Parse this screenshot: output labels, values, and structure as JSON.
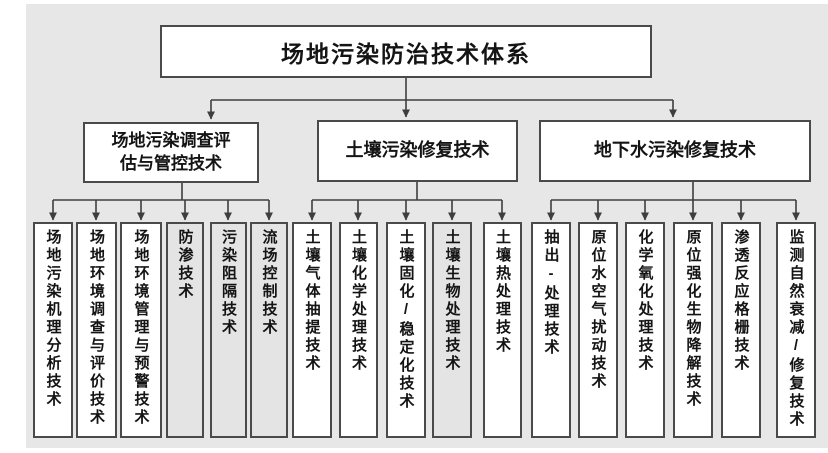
{
  "colors": {
    "canvas_bg": "#e7e7e7",
    "box_bg": "#ffffff",
    "shaded_box_bg": "#e4e4e4",
    "box_border": "#4a4a4a",
    "line": "#3e3e3e",
    "text": "#141414"
  },
  "tree": {
    "root": "场地污染防治技术体系",
    "branches": [
      {
        "label": "场地污染调查评\n估与管控技术",
        "children": [
          "场地污染机理分析技术",
          "场地环境调查与评价技术",
          "场地环境管理与预警技术",
          "防渗技术",
          "污染阻隔技术",
          "流场控制技术"
        ]
      },
      {
        "label": "土壤污染修复技术",
        "children": [
          "土壤气体抽提技术",
          "土壤化学处理技术",
          "土壤固化/稳定化技术",
          "土壤生物处理技术",
          "土壤热处理技术"
        ]
      },
      {
        "label": "地下水污染修复技术",
        "children": [
          "抽出-处理技术",
          "原位水空气扰动技术",
          "化学氧化处理技术",
          "原位强化生物降解技术",
          "渗透反应格栅技术",
          "监测自然衰减/修复技术"
        ]
      }
    ]
  }
}
